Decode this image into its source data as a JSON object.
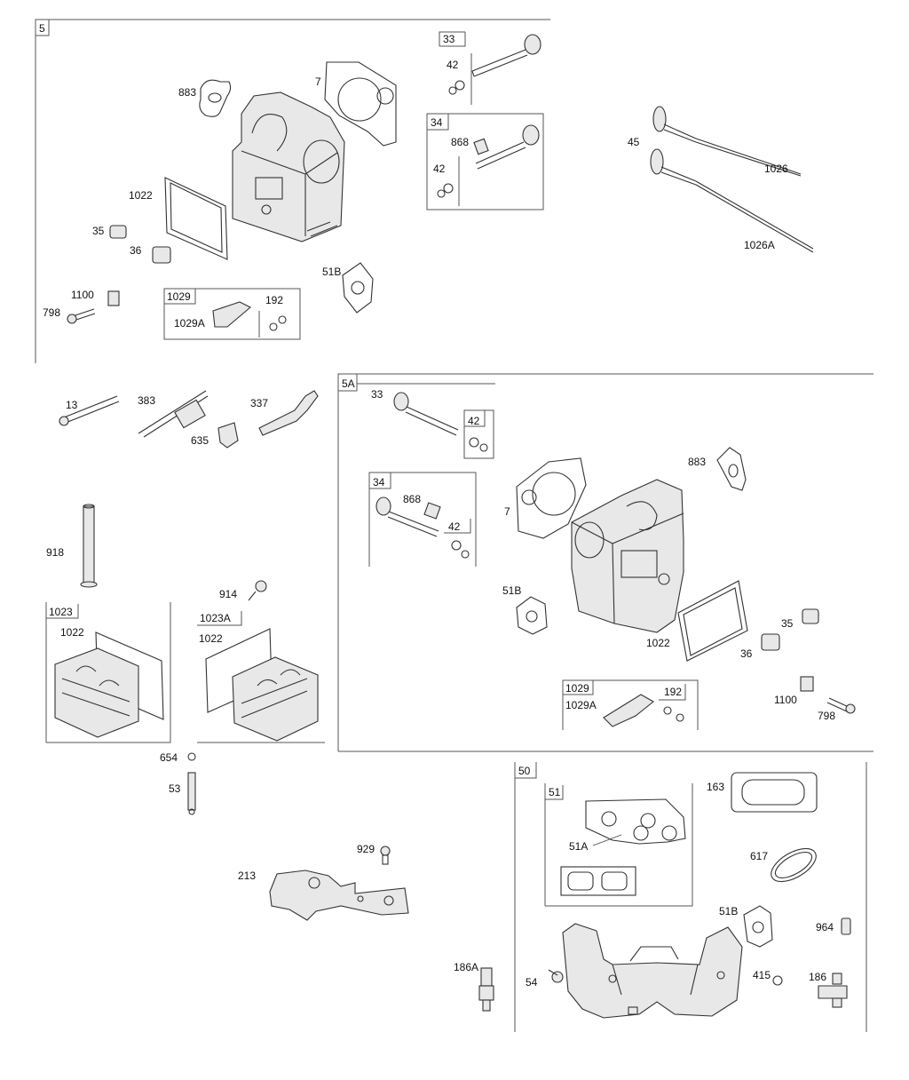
{
  "sections": {
    "s5": "5",
    "s5a": "5A",
    "s50": "50"
  },
  "labels": {
    "sec5": {
      "l883": "883",
      "l7": "7",
      "l33": "33",
      "l42a": "42",
      "l34": "34",
      "l868": "868",
      "l42b": "42",
      "l1022": "1022",
      "l35": "35",
      "l36": "36",
      "l51b": "51B",
      "l1100": "1100",
      "l798": "798",
      "l1029": "1029",
      "l1029a": "1029A",
      "l192": "192"
    },
    "valves": {
      "l45": "45",
      "l1026": "1026",
      "l1026a": "1026A"
    },
    "misc": {
      "l13": "13",
      "l383": "383",
      "l337": "337",
      "l635": "635",
      "l918": "918",
      "l914": "914",
      "l1023": "1023",
      "l1022a": "1022",
      "l1023a": "1023A",
      "l1022b": "1022",
      "l654": "654",
      "l53": "53",
      "l929": "929",
      "l213": "213",
      "l186a": "186A"
    },
    "sec5a": {
      "l33": "33",
      "l42a": "42",
      "l34": "34",
      "l868": "868",
      "l42b": "42",
      "l7": "7",
      "l883": "883",
      "l51b": "51B",
      "l1022": "1022",
      "l35": "35",
      "l36": "36",
      "l1029": "1029",
      "l1029a": "1029A",
      "l192": "192",
      "l1100": "1100",
      "l798": "798"
    },
    "sec50": {
      "l51": "51",
      "l51a": "51A",
      "l163": "163",
      "l617": "617",
      "l51b": "51B",
      "l964": "964",
      "l54": "54",
      "l415": "415",
      "l186": "186"
    }
  }
}
